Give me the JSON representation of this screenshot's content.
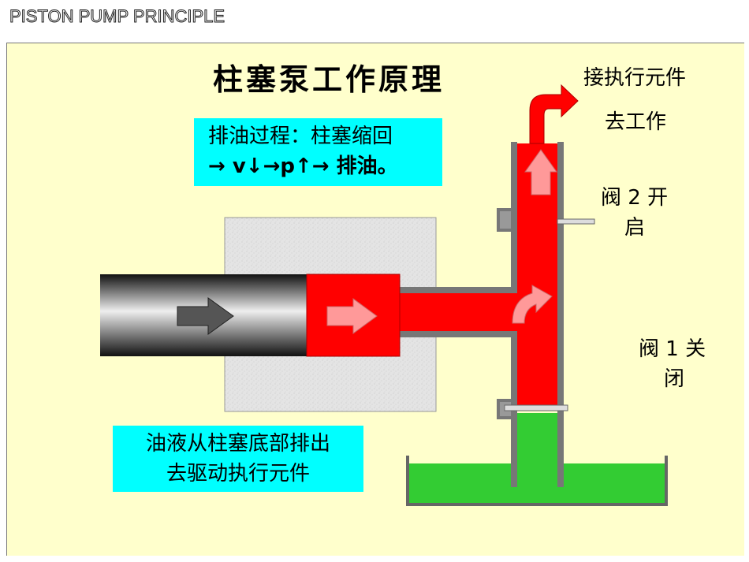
{
  "header": {
    "text": "PISTON PUMP PRINCIPLE"
  },
  "diagram": {
    "title": "柱塞泵工作原理",
    "process_line1": "排油过程：柱塞缩回",
    "process_line2": "→ v↓→p↑→ 排油。",
    "output_line1": "接执行元件",
    "output_line2": "去工作",
    "valve2_line1": "阀 2 开",
    "valve2_line2": "启",
    "valve1_line1": "阀 1 关",
    "valve1_line2": "闭",
    "bottom_line1": "油液从柱塞底部排出",
    "bottom_line2": "去驱动执行元件",
    "colors": {
      "background": "#ffffcc",
      "oil_red": "#ff0000",
      "oil_green": "#33cc33",
      "arrow_pink": "#ff9999",
      "cyan": "#00ffff",
      "housing": "#dddddd"
    },
    "valve2_state": "open",
    "valve1_state": "closed"
  }
}
